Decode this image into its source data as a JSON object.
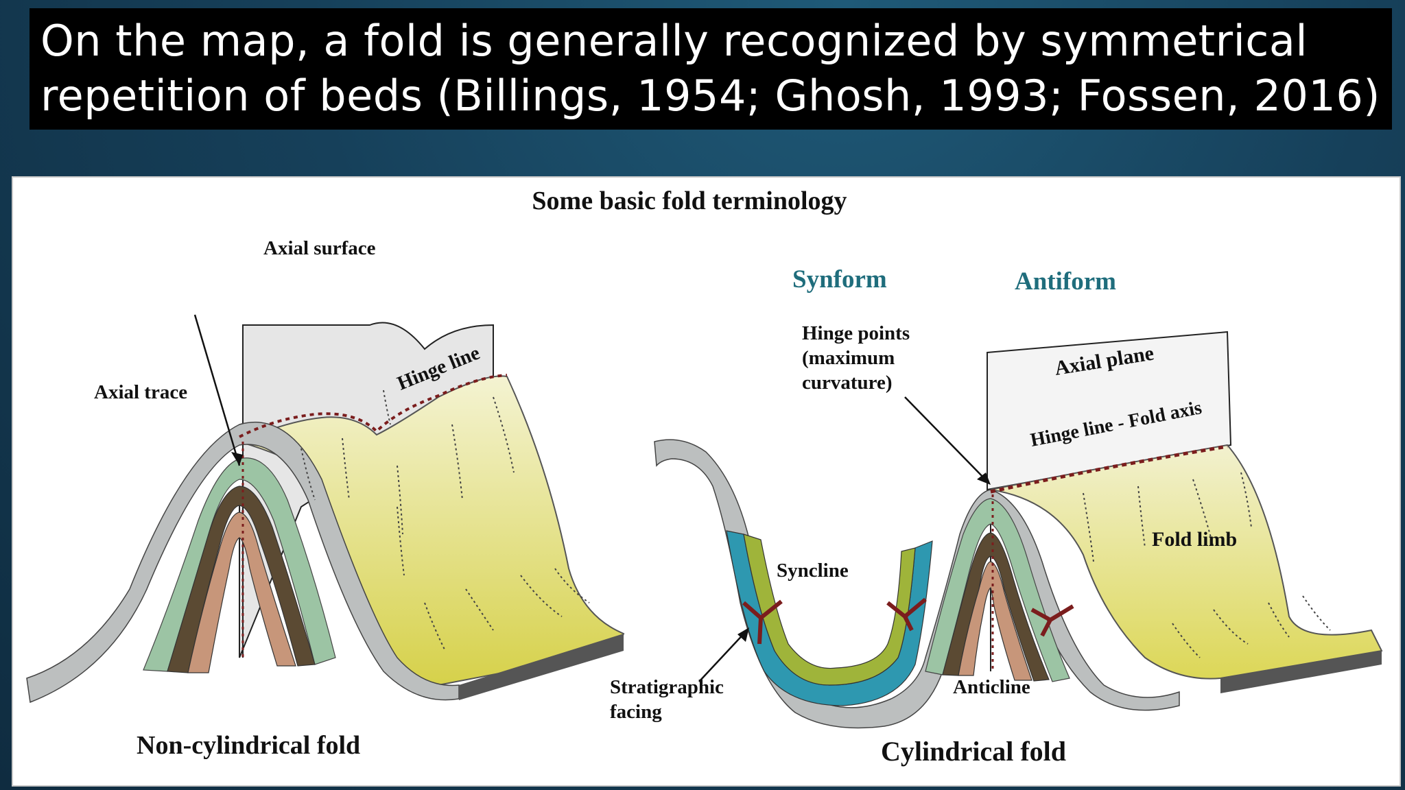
{
  "slide": {
    "title": "On the map, a fold is generally recognized by symmetrical repetition of beds (Billings, 1954; Ghosh, 1993; Fossen, 2016)"
  },
  "figure": {
    "heading": "Some basic fold terminology",
    "labels": {
      "axial_surface": "Axial surface",
      "axial_trace": "Axial trace",
      "hinge_line": "Hinge line",
      "synform": "Synform",
      "antiform": "Antiform",
      "hinge_points_1": "Hinge points",
      "hinge_points_2": "(maximum",
      "hinge_points_3": "curvature)",
      "axial_plane": "Axial plane",
      "hinge_line_fold_axis": "Hinge line - Fold axis",
      "fold_limb": "Fold limb",
      "syncline": "Syncline",
      "anticline": "Anticline",
      "stratigraphic_facing_1": "Stratigraphic",
      "stratigraphic_facing_2": "facing",
      "non_cylindrical_fold": "Non-cylindrical fold",
      "cylindrical_fold": "Cylindrical fold"
    },
    "colors": {
      "outer_layer": "#b9bcbc",
      "green_layer": "#9cc4a4",
      "dark_layer": "#5b4a33",
      "pink_layer": "#c7967a",
      "teal_layer": "#2e98b0",
      "olive_layer": "#9fb43a",
      "limb_surface": "#e8e58c",
      "hinge_marker": "#7b1d1d"
    }
  }
}
